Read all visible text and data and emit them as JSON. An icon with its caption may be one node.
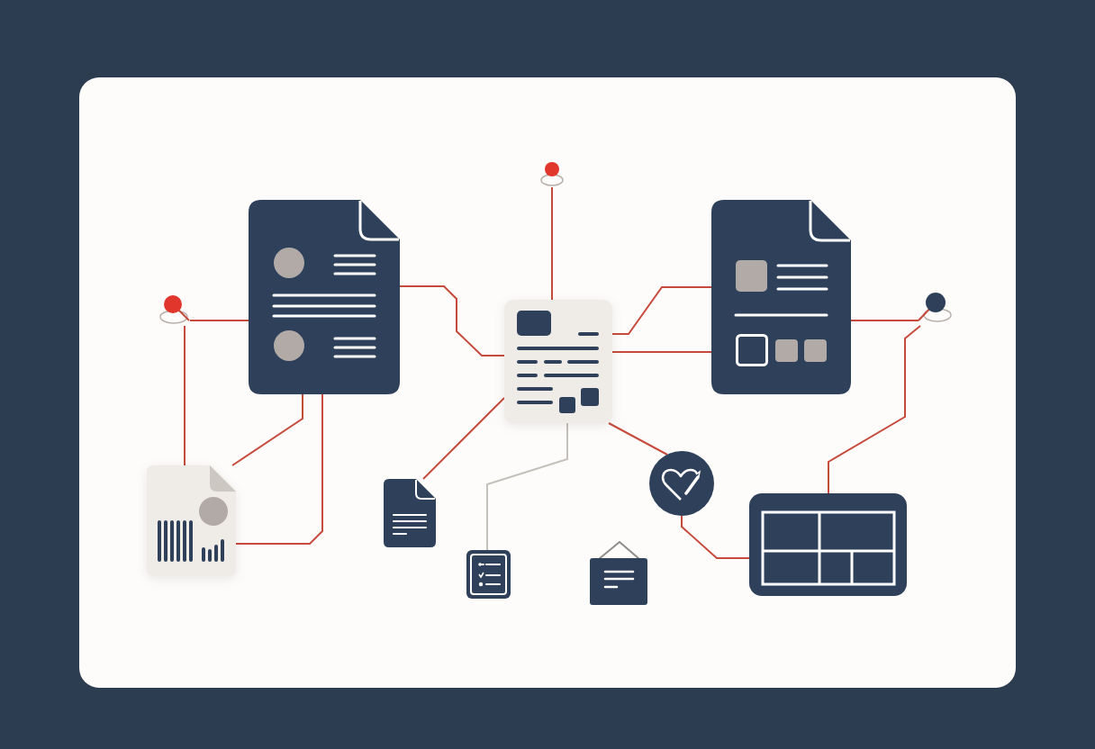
{
  "diagram": {
    "nodes": [
      {
        "text": [],
        "shape": "circle"
      },
      {
        "text": [],
        "shape": "picture"
      },
      {
        "text": [],
        "shape": "circle"
      },
      {
        "text": [],
        "shape": "picture"
      },
      {
        "text": [],
        "shape": "picture"
      },
      {
        "text": [],
        "shape": "circle"
      },
      {
        "text": [],
        "shape": "picture"
      },
      {
        "text": [],
        "shape": "picture"
      },
      {
        "text": [],
        "shape": "picture"
      },
      {
        "text": [],
        "shape": "picture"
      },
      {
        "text": [],
        "shape": "picture"
      },
      {
        "text": [],
        "shape": "picture"
      }
    ],
    "edges": [
      {
        "from": 0,
        "to": 1,
        "arrow": "none"
      },
      {
        "from": 0,
        "to": 6,
        "arrow": "none"
      },
      {
        "from": 1,
        "to": 6,
        "arrow": "none"
      },
      {
        "from": 1,
        "to": 6,
        "arrow": "none"
      },
      {
        "from": 1,
        "to": 3,
        "arrow": "none"
      },
      {
        "from": 2,
        "to": 3,
        "arrow": "none"
      },
      {
        "from": 3,
        "to": 4,
        "arrow": "none"
      },
      {
        "from": 3,
        "to": 4,
        "arrow": "none"
      },
      {
        "from": 4,
        "to": 5,
        "arrow": "none"
      },
      {
        "from": 5,
        "to": 11,
        "arrow": "none"
      },
      {
        "from": 3,
        "to": 7,
        "arrow": "none"
      },
      {
        "from": 3,
        "to": 8,
        "arrow": "none",
        "color": "#c4c0ba"
      },
      {
        "from": 3,
        "to": 9,
        "arrow": "none"
      },
      {
        "from": 9,
        "to": 11,
        "arrow": "none"
      }
    ]
  }
}
